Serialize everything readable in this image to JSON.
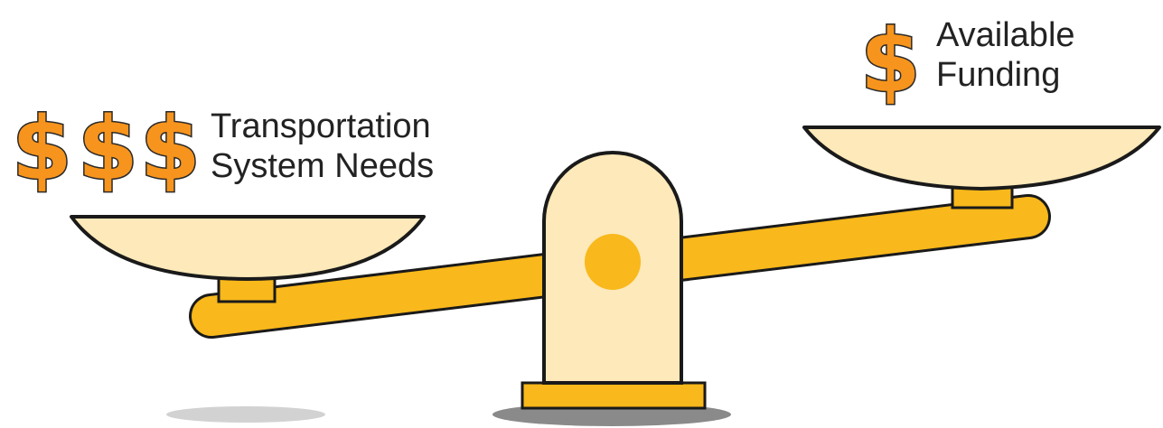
{
  "left_pan": {
    "symbol_count": 3,
    "symbol": "$",
    "label_lines": [
      "Transportation",
      "System Needs"
    ]
  },
  "right_pan": {
    "symbol_count": 1,
    "symbol": "$",
    "label_lines": [
      "Available",
      "Funding"
    ]
  },
  "colors": {
    "beam": "#f9b81b",
    "pan": "#fde9b9",
    "pivot": "#fde9b9",
    "pivot_dot": "#f9b81b",
    "dollar": "#f7941d",
    "outline": "#1a1a1a",
    "shadow_light": "#d2d2d2",
    "shadow_dark": "#8a8a8a"
  }
}
